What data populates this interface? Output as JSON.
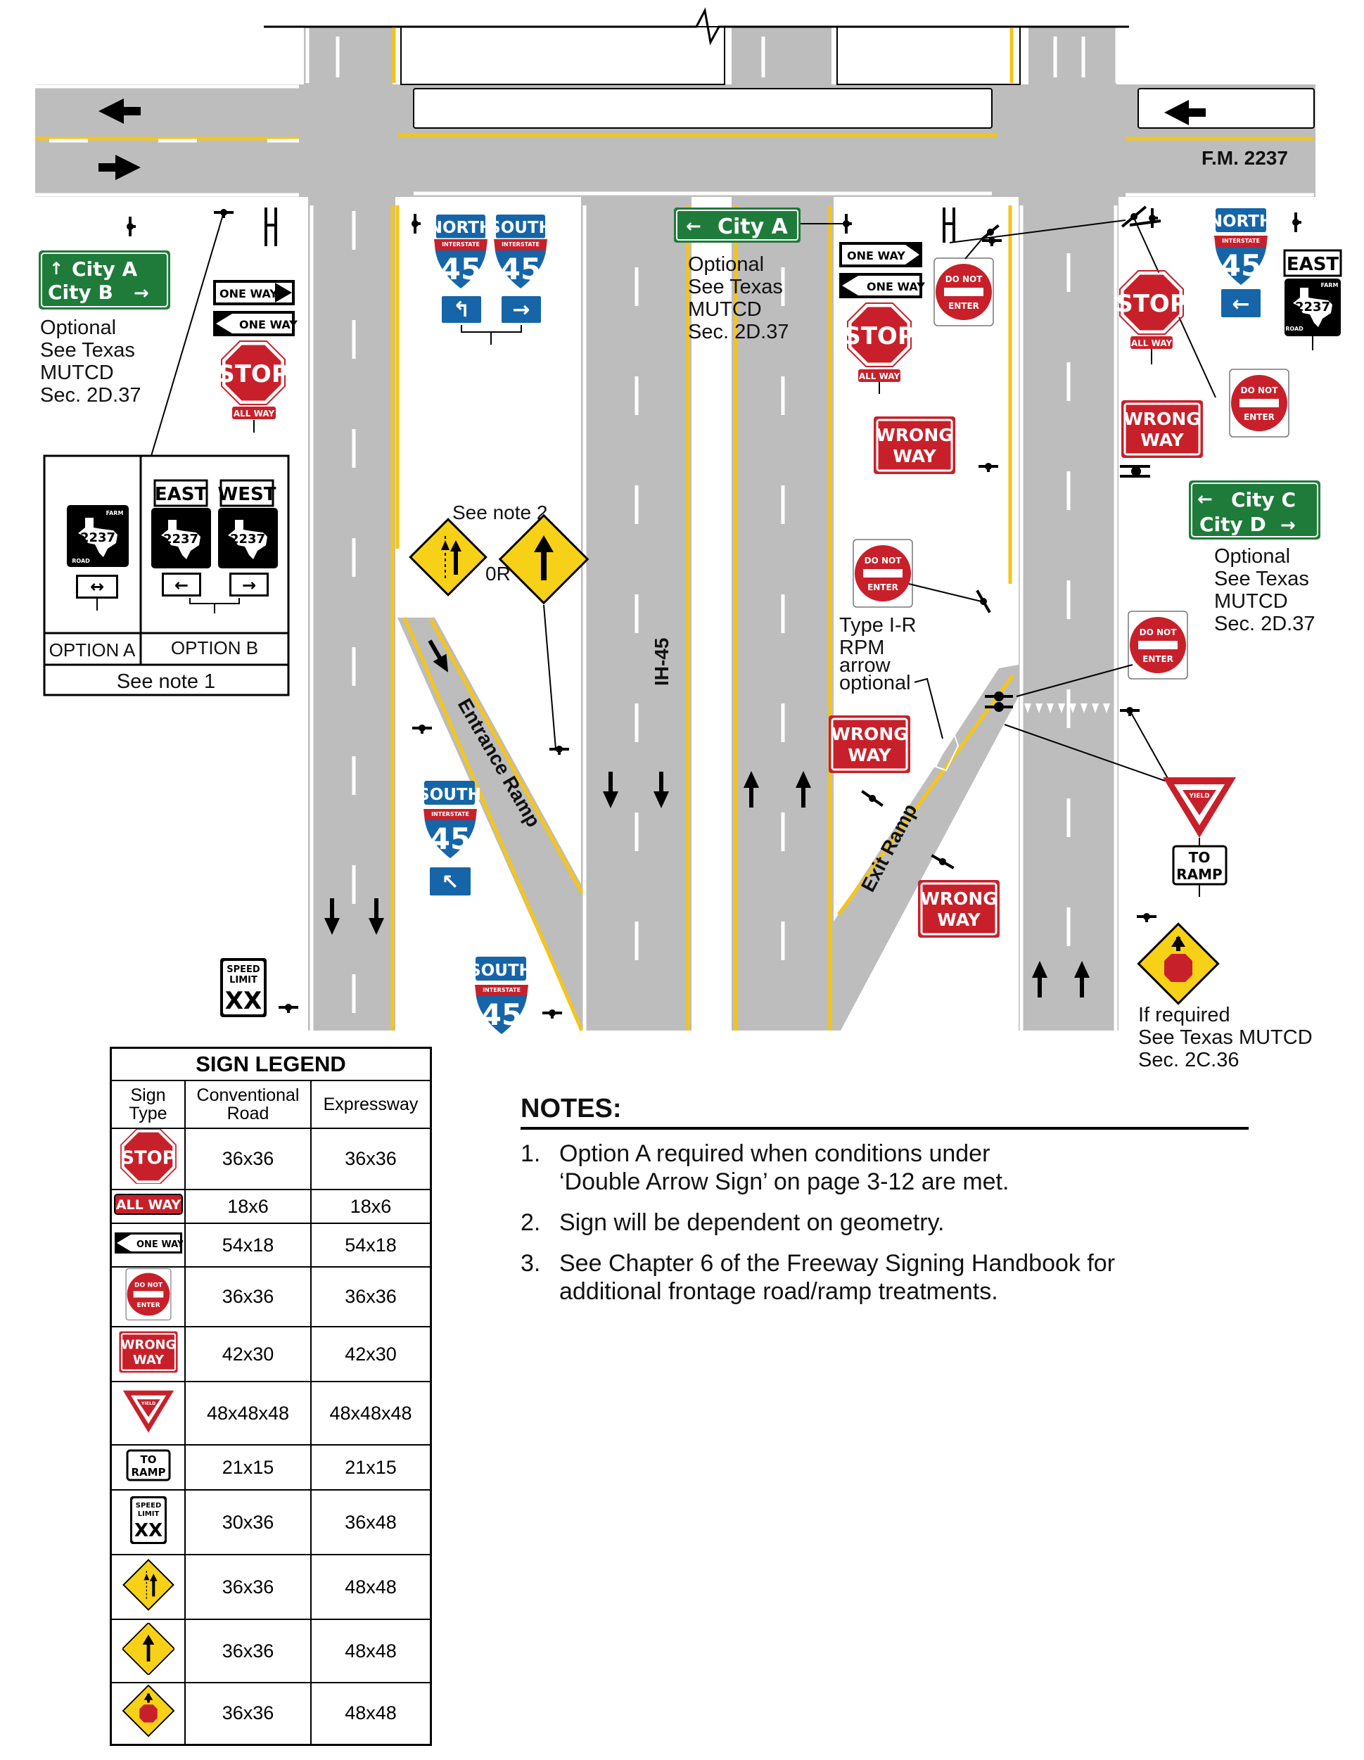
{
  "road_labels": {
    "fm": "F.M. 2237",
    "ih": "IH-45",
    "entrance_ramp": "Entrance Ramp",
    "exit_ramp": "Exit Ramp"
  },
  "signs": {
    "city_a": "City A",
    "city_b": "City B",
    "city_c": "City C",
    "city_d": "City D",
    "north": "NORTH",
    "south": "SOUTH",
    "east": "EAST",
    "west": "WEST",
    "route": "45",
    "interstate": "INTERSTATE",
    "texas": "TEXAS",
    "farm": "FARM",
    "road": "ROAD",
    "fm_route": "2237",
    "one_way": "ONE WAY",
    "stop": "STOP",
    "all_way": "ALL WAY",
    "do_not": "DO NOT",
    "enter": "ENTER",
    "wrong": "WRONG",
    "way": "WAY",
    "yield": "YIELD",
    "to": "TO",
    "ramp": "RAMP",
    "speed": "SPEED",
    "limit": "LIMIT",
    "xx": "XX"
  },
  "annotations": {
    "optional": "Optional",
    "see_texas": "See Texas",
    "mutcd": "MUTCD",
    "sec_237": "Sec. 2D.37",
    "see_note_2": "See note 2",
    "or": "0R",
    "option_a": "OPTION A",
    "option_b": "OPTION B",
    "see_note_1": "See note 1",
    "type_ir": "Type I-R",
    "rpm": "RPM",
    "arrow": "arrow",
    "optional_lc": "optional",
    "if_required": "If required",
    "see_texas_mutcd": "See Texas MUTCD",
    "sec_236": "Sec. 2C.36"
  },
  "legend": {
    "title": "SIGN LEGEND",
    "col_type": "Sign Type",
    "col_conv": "Conventional Road",
    "col_exp": "Expressway",
    "rows": [
      {
        "sign": "stop-icon",
        "conv": "36x36",
        "exp": "36x36"
      },
      {
        "sign": "all-way-icon",
        "conv": "18x6",
        "exp": "18x6"
      },
      {
        "sign": "one-way-icon",
        "conv": "54x18",
        "exp": "54x18"
      },
      {
        "sign": "do-not-enter-icon",
        "conv": "36x36",
        "exp": "36x36"
      },
      {
        "sign": "wrong-way-icon",
        "conv": "42x30",
        "exp": "42x30"
      },
      {
        "sign": "yield-icon",
        "conv": "48x48x48",
        "exp": "48x48x48"
      },
      {
        "sign": "to-ramp-icon",
        "conv": "21x15",
        "exp": "21x15"
      },
      {
        "sign": "speed-limit-icon",
        "conv": "30x36",
        "exp": "36x48"
      },
      {
        "sign": "lane-ends-merge-icon",
        "conv": "36x36",
        "exp": "48x48"
      },
      {
        "sign": "added-lane-icon",
        "conv": "36x36",
        "exp": "48x48"
      },
      {
        "sign": "stop-ahead-icon",
        "conv": "36x36",
        "exp": "48x48"
      }
    ]
  },
  "notes": {
    "title": "NOTES:",
    "items": [
      {
        "num": "1.",
        "lines": [
          "Option A required when conditions under",
          "‘Double Arrow Sign’ on page 3-12 are met."
        ]
      },
      {
        "num": "2.",
        "lines": [
          "Sign will be dependent on geometry."
        ]
      },
      {
        "num": "3.",
        "lines": [
          "See Chapter 6 of the Freeway Signing Handbook for",
          "additional frontage road/ramp treatments."
        ]
      }
    ]
  },
  "colors": {
    "pavement": "#bdbdbd",
    "yellow": "#f5c518",
    "guide_green": "#1e7b3a",
    "reg_red": "#c8202a",
    "shield_blue": "#1565a8",
    "warning_yellow": "#f7d117"
  }
}
